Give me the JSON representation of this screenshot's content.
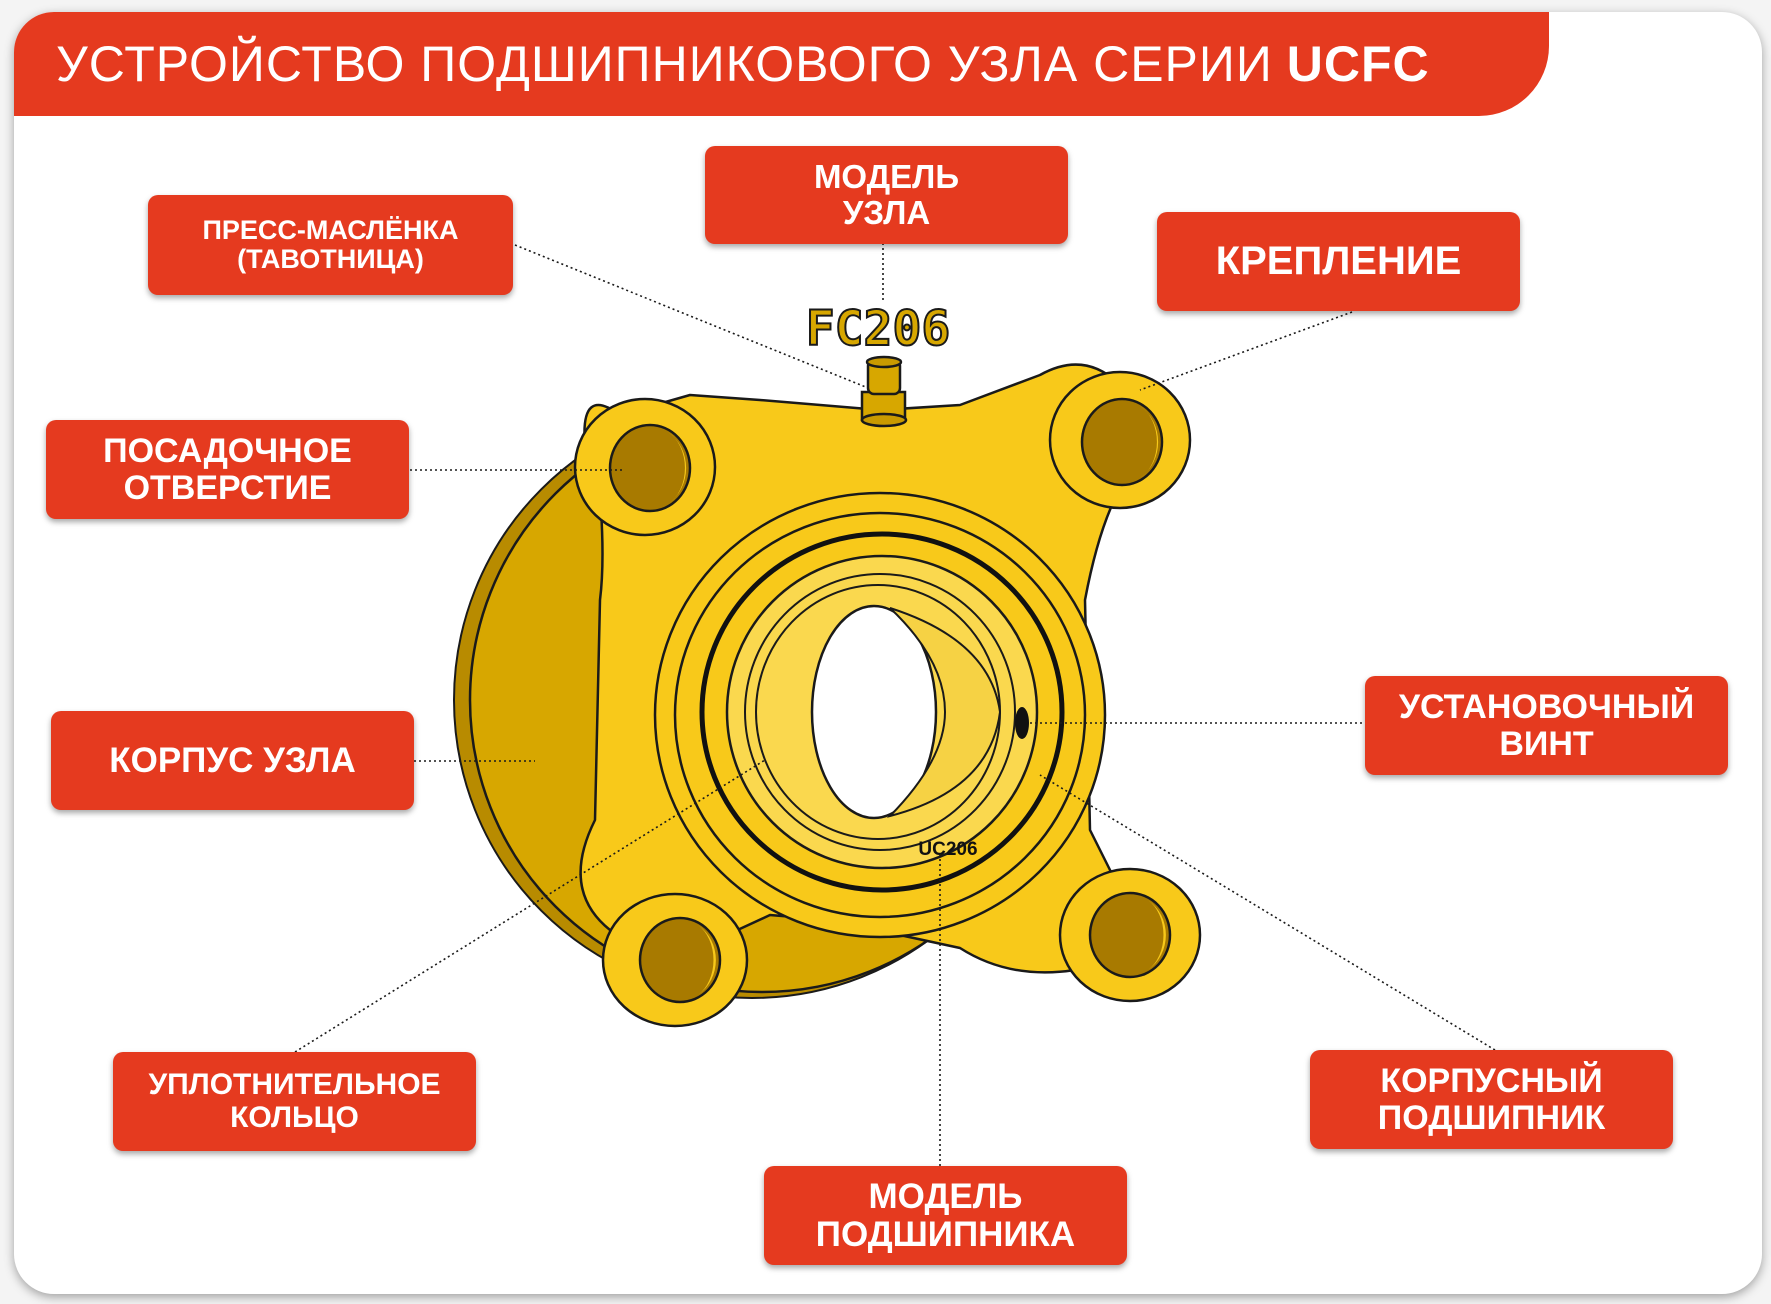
{
  "header": {
    "title_light": "УСТРОЙСТВО ПОДШИПНИКОВОГО УЗЛА СЕРИИ",
    "title_bold": "UCFC"
  },
  "labels": {
    "grease_fitting": {
      "line1": "ПРЕСС-МАСЛЁНКА",
      "line2": "(ТАВОТНИЦА)"
    },
    "unit_model": {
      "line1": "МОДЕЛЬ",
      "line2": "УЗЛА"
    },
    "mounting": {
      "line1": "КРЕПЛЕНИЕ"
    },
    "mounting_hole": {
      "line1": "ПОСАДОЧНОЕ",
      "line2": "ОТВЕРСТИЕ"
    },
    "housing": {
      "line1": "КОРПУС УЗЛА"
    },
    "set_screw": {
      "line1": "УСТАНОВОЧНЫЙ",
      "line2": "ВИНТ"
    },
    "seal": {
      "line1": "УПЛОТНИТЕЛЬНОЕ",
      "line2": "КОЛЬЦО"
    },
    "insert_bearing": {
      "line1": "КОРПУСНЫЙ",
      "line2": "ПОДШИПНИК"
    },
    "bearing_model": {
      "line1": "МОДЕЛЬ",
      "line2": "ПОДШИПНИКА"
    }
  },
  "markings": {
    "housing_marking": "FC206",
    "bearing_marking": "UC206"
  },
  "colors": {
    "accent": "#e53a1f",
    "body_gold": "#d7a700",
    "face_yellow": "#f8c91a",
    "inner_yellow": "#fad84e"
  }
}
